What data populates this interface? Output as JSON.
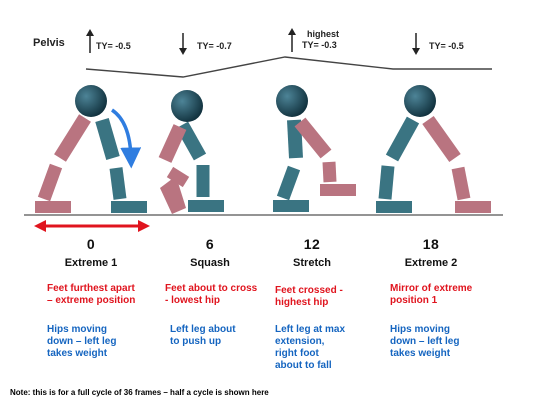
{
  "pelvis_label": "Pelvis",
  "ty_labels": [
    "TY= -0.5",
    "TY= -0.7",
    "TY= -0.3",
    "TY= -0.5"
  ],
  "highest_label": "highest",
  "frames": [
    {
      "number": "0",
      "name": "Extreme 1",
      "red_lines": [
        "Feet furthest apart",
        "– extreme position"
      ],
      "blue_lines": [
        "Hips moving",
        "down – left leg",
        "takes weight"
      ]
    },
    {
      "number": "6",
      "name": "Squash",
      "red_lines": [
        "Feet about to cross",
        "- lowest hip"
      ],
      "blue_lines": [
        "Left leg about",
        "to push up"
      ]
    },
    {
      "number": "12",
      "name": "Stretch",
      "red_lines": [
        "Feet crossed -",
        "highest hip"
      ],
      "blue_lines": [
        "Left leg at max",
        "extension,",
        "right foot",
        "about to fall"
      ]
    },
    {
      "number": "18",
      "name": "Extreme 2",
      "red_lines": [
        "Mirror of extreme",
        "position 1"
      ],
      "blue_lines": [
        "Hips moving",
        "down – left leg",
        "takes weight"
      ]
    }
  ],
  "note": "Note: this is for a full cycle of 36 frames – half a cycle is shown here",
  "colors": {
    "head": "#1b4a5c",
    "pink_leg": "#b97480",
    "teal_leg": "#3a7482",
    "red_text": "#e0141e",
    "blue_text": "#1565c0",
    "motion_arrow": "#2f7de0",
    "stride_arrow": "#e0141e"
  }
}
